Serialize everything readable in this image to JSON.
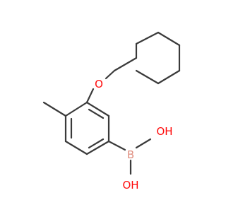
{
  "molecule": {
    "atoms": {
      "oxygen_ether": "O",
      "boron": "B",
      "hydroxyl_top": "OH",
      "hydroxyl_bottom": "OH"
    },
    "colors": {
      "bond": "#3a3a3a",
      "oxygen": "#ff0d0d",
      "boron": "#e08f80"
    }
  }
}
